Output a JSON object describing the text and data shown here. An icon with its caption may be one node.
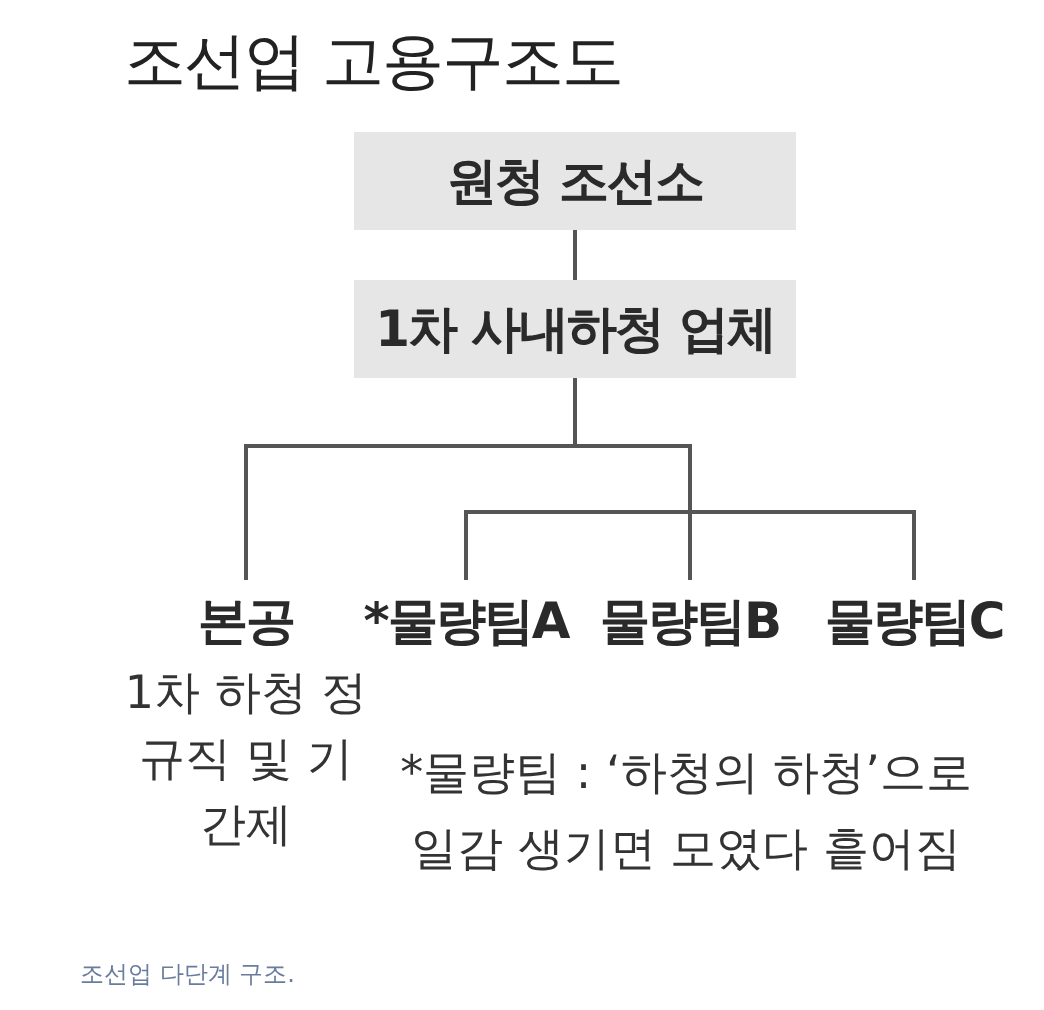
{
  "diagram": {
    "title": "조선업 고용구조도",
    "caption": "조선업 다단계 구조.",
    "nodes": [
      {
        "text": [
          "원청 조선소"
        ]
      },
      {
        "text": [
          "1차 사내하청 업체"
        ]
      },
      {
        "text": [
          "본공",
          "1차 하청 정규직 및 기간제"
        ]
      },
      {
        "text": [
          "*물량팀A"
        ]
      },
      {
        "text": [
          "물량팀B"
        ]
      },
      {
        "text": [
          "물량팀C"
        ]
      }
    ],
    "edges": [
      {
        "from": 0,
        "to": 1,
        "arrow": "none"
      },
      {
        "from": 1,
        "to": 2,
        "arrow": "none"
      },
      {
        "from": 1,
        "to": 3,
        "arrow": "none"
      },
      {
        "from": 1,
        "to": 4,
        "arrow": "none"
      },
      {
        "from": 1,
        "to": 5,
        "arrow": "none"
      }
    ],
    "labels": [
      "*물량팀 : ‘하청의 하청’으로 일감 생기면 모였다 흩어짐"
    ]
  }
}
